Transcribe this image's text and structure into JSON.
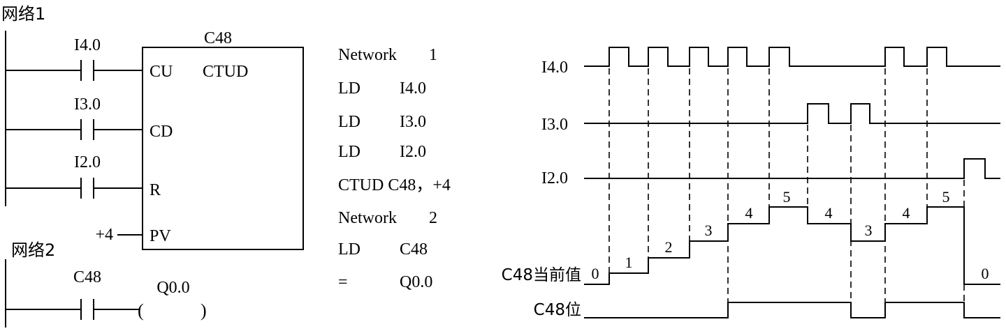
{
  "ladder": {
    "network1_label": "网络1",
    "network2_label": "网络2",
    "contacts": [
      "I4.0",
      "I3.0",
      "I2.0"
    ],
    "counter": {
      "name": "C48",
      "type": "CTUD",
      "inputs": [
        "CU",
        "CD",
        "R",
        "PV"
      ],
      "preset": "+4"
    },
    "n2_contact": "C48",
    "n2_coil": "Q0.0",
    "coil_open": "(",
    "coil_close": ")"
  },
  "stl": [
    [
      "Network",
      "1"
    ],
    [
      "LD",
      "I4.0"
    ],
    [
      "LD",
      "I3.0"
    ],
    [
      "LD",
      "I2.0"
    ],
    [
      "CTUD C48，+4",
      ""
    ],
    [
      "Network",
      "2"
    ],
    [
      "LD",
      "C48"
    ],
    [
      "=",
      "Q0.0"
    ]
  ],
  "timing": {
    "signals": [
      "I4.0",
      "I3.0",
      "I2.0",
      "C48当前值",
      "C48位"
    ],
    "count_values": [
      "0",
      "1",
      "2",
      "3",
      "4",
      "5",
      "4",
      "3",
      "4",
      "5",
      "0"
    ]
  }
}
